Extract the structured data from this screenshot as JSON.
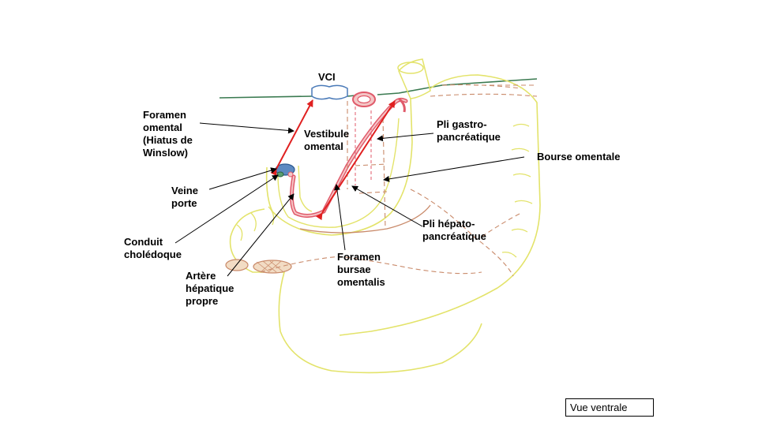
{
  "labels": {
    "vci": "VCI",
    "foramen_omental": "Foramen\nomental\n(Hiatus de\nWinslow)",
    "vestibule": "Vestibule\nomental",
    "pli_gastro": "Pli gastro-\npancréatique",
    "bourse": "Bourse omentale",
    "veine_porte": "Veine\nporte",
    "conduit": "Conduit\ncholédoque",
    "pli_hepato": "Pli hépato-\npancréatique",
    "foramen_bursae": "Foramen\nbursae\nomentalis",
    "artere": "Artère\nhépatique\npropre"
  },
  "view_label": "Vue ventrale",
  "colors": {
    "organ_outline": "#e3e36a",
    "dashed": "#c98a6a",
    "vessel_red": "#e05a6a",
    "vein_blue": "#4a7ab8",
    "green_line": "#3a7a50",
    "arrow_red": "#e02020",
    "leader": "#000000"
  }
}
